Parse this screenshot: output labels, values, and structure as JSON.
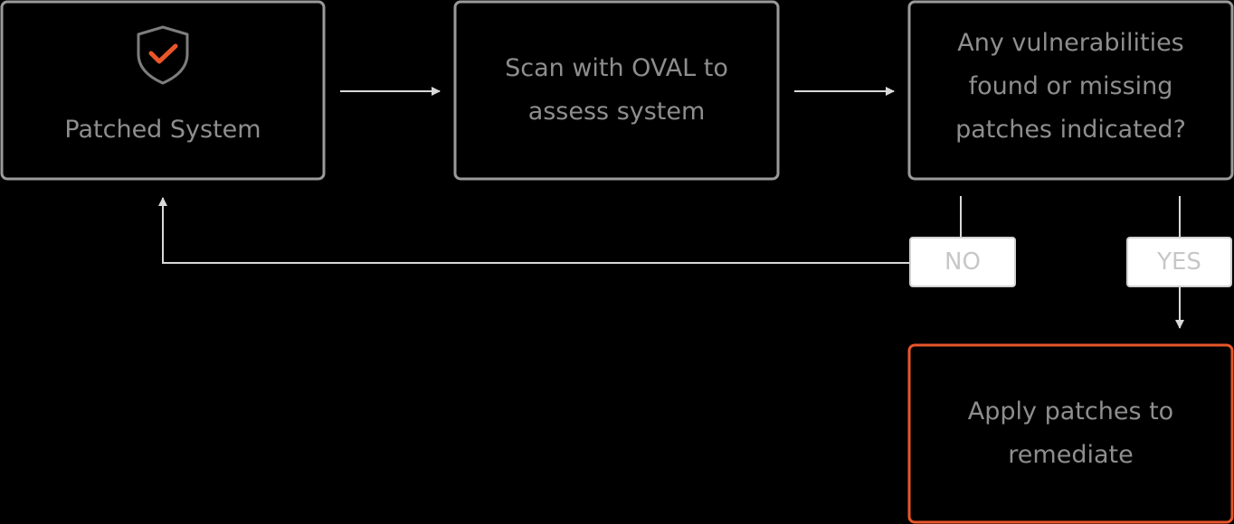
{
  "colors": {
    "background": "#000000",
    "box_border": "#9a9a9a",
    "text": "#8e8e8e",
    "connector": "#d9d9d9",
    "accent": "#e8562a",
    "badge_bg": "#ffffff",
    "badge_text": "#c7c7c7"
  },
  "nodes": {
    "patched_system": {
      "label": "Patched System",
      "icon": "shield-check-icon"
    },
    "scan": {
      "line1": "Scan with OVAL to",
      "line2": "assess system"
    },
    "decision": {
      "line1": "Any vulnerabilities",
      "line2": "found or missing",
      "line3": "patches indicated?"
    },
    "remediate": {
      "line1": "Apply patches to",
      "line2": "remediate"
    }
  },
  "branches": {
    "no": "NO",
    "yes": "YES"
  }
}
